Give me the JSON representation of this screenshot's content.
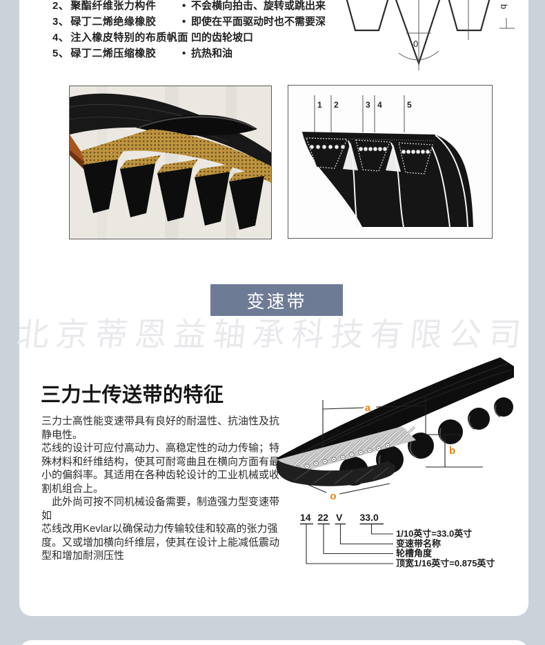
{
  "badge": {
    "label": "变速带"
  },
  "watermark": {
    "text": "北京蒂恩益轴承科技有限公司"
  },
  "materials": {
    "items": [
      {
        "num": "2、",
        "label": "聚酯纤维张力构件"
      },
      {
        "num": "3、",
        "label": "碌丁二烯绝缘橡胶"
      },
      {
        "num": "4、",
        "label": "注入橡皮特别的布质帆面"
      },
      {
        "num": "5、",
        "label": "碌丁二烯压缩橡胶"
      }
    ]
  },
  "benefits": {
    "bullet": "•",
    "items": [
      "不会横向拍击、旋转或跳出来",
      "即使在平面驱动时也不需要深凹的齿轮坡口",
      "抗热和油"
    ]
  },
  "pulley_diagram": {
    "angle_label": "0",
    "width_label": "b"
  },
  "cross_section": {
    "numbers": [
      "1",
      "2",
      "3",
      "4",
      "5"
    ]
  },
  "features_section": {
    "title": "三力士传送带的特征",
    "paragraphs": [
      "三力士高性能变速带具有良好的耐温性、抗油性及抗静电性。",
      "芯线的设计可应付高动力、高稳定性的动力传输；特殊材料和纤维结构，使其可耐弯曲且在横向方面有最小的偏斜率。其适用在各种齿轮设计的工业机械或收割机组合上。",
      "　此外尚可按不同机械设备需要，制造强力型变速带如",
      "芯线改用Kevlar以确保动力传输较佳和较高的张力强度。又或增加横向纤维层，使其在设计上能减低震动型和增加耐测压性"
    ]
  },
  "dim_labels": {
    "a": "a",
    "b": "b",
    "o": "o"
  },
  "belt_code": {
    "parts": [
      "14",
      "22",
      "V",
      "33.0"
    ],
    "callouts": [
      "1/10英寸=33.0英寸",
      "变速带名称",
      "轮槽角度",
      "顶宽1/16英寸=0.875英寸"
    ]
  },
  "colors": {
    "accent_orange": "#e8820c",
    "badge_bg": "#6d7b95",
    "page_bg": "#ccd2da"
  }
}
